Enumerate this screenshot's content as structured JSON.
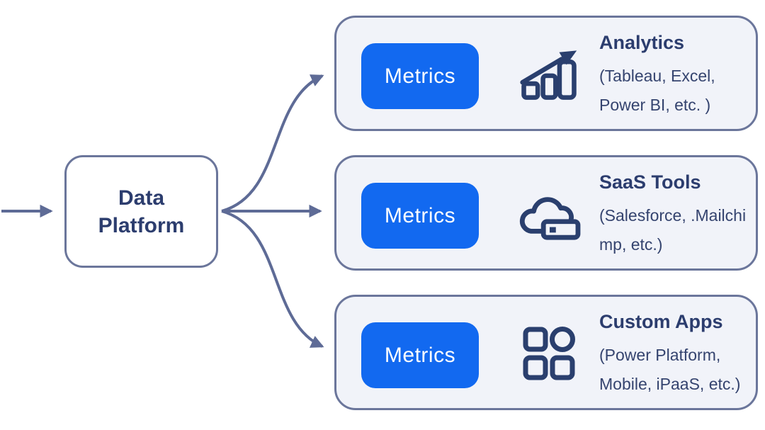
{
  "colors": {
    "background": "#ffffff",
    "box_fill": "#f1f3f9",
    "box_border": "#6b769b",
    "arrow": "#5e6b96",
    "button_blue": "#1269f0",
    "button_text": "#ffffff",
    "navy_text": "#2c3d6e",
    "icon_navy": "#2a3f6e"
  },
  "platform": {
    "title": "Data Platform"
  },
  "destinations": [
    {
      "button_label": "Metrics",
      "icon": "bar-chart-trend-icon",
      "title": "Analytics",
      "subtitle_line1": "(Tableau, Excel,",
      "subtitle_line2": "Power BI, etc. )"
    },
    {
      "button_label": "Metrics",
      "icon": "cloud-device-icon",
      "title": "SaaS Tools",
      "subtitle_line1": "(Salesforce, .Mailchi",
      "subtitle_line2": "mp, etc.)"
    },
    {
      "button_label": "Metrics",
      "icon": "apps-grid-icon",
      "title": "Custom Apps",
      "subtitle_line1": "(Power Platform,",
      "subtitle_line2": "Mobile, iPaaS, etc.)"
    }
  ]
}
